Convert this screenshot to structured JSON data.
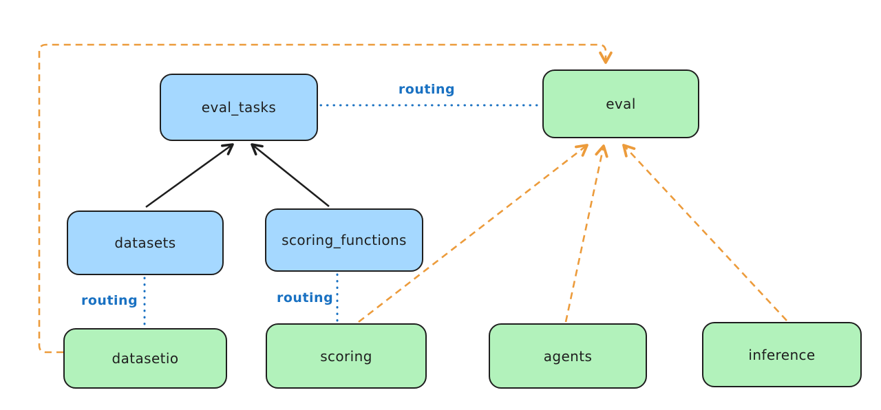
{
  "diagram": {
    "colors": {
      "api_box_fill": "#a5d8ff",
      "provider_box_fill": "#b2f2bb",
      "box_stroke": "#1e1e1e",
      "routing_blue": "#1971c2",
      "dependency_orange": "#ec9b3b",
      "solid_arrow_black": "#1e1e1e",
      "background": "#ffffff"
    },
    "nodes": {
      "eval_tasks": {
        "label": "eval_tasks"
      },
      "eval": {
        "label": "eval"
      },
      "datasets": {
        "label": "datasets"
      },
      "scoring_functions": {
        "label": "scoring_functions"
      },
      "datasetio": {
        "label": "datasetio"
      },
      "scoring": {
        "label": "scoring"
      },
      "agents": {
        "label": "agents"
      },
      "inference": {
        "label": "inference"
      }
    },
    "edges": [
      {
        "from": "datasets",
        "to": "eval_tasks",
        "style": "solid-black-arrow",
        "label": ""
      },
      {
        "from": "scoring_functions",
        "to": "eval_tasks",
        "style": "solid-black-arrow",
        "label": ""
      },
      {
        "from": "eval_tasks",
        "to": "eval",
        "style": "dotted-blue",
        "label": "routing"
      },
      {
        "from": "datasets",
        "to": "datasetio",
        "style": "dotted-blue",
        "label": "routing"
      },
      {
        "from": "scoring_functions",
        "to": "scoring",
        "style": "dotted-blue",
        "label": "routing"
      },
      {
        "from": "scoring",
        "to": "eval",
        "style": "dashed-orange-arrow",
        "label": ""
      },
      {
        "from": "agents",
        "to": "eval",
        "style": "dashed-orange-arrow",
        "label": ""
      },
      {
        "from": "inference",
        "to": "eval",
        "style": "dashed-orange-arrow",
        "label": ""
      },
      {
        "from": "datasetio",
        "to": "eval",
        "style": "dashed-orange-arrow",
        "label": ""
      }
    ]
  }
}
